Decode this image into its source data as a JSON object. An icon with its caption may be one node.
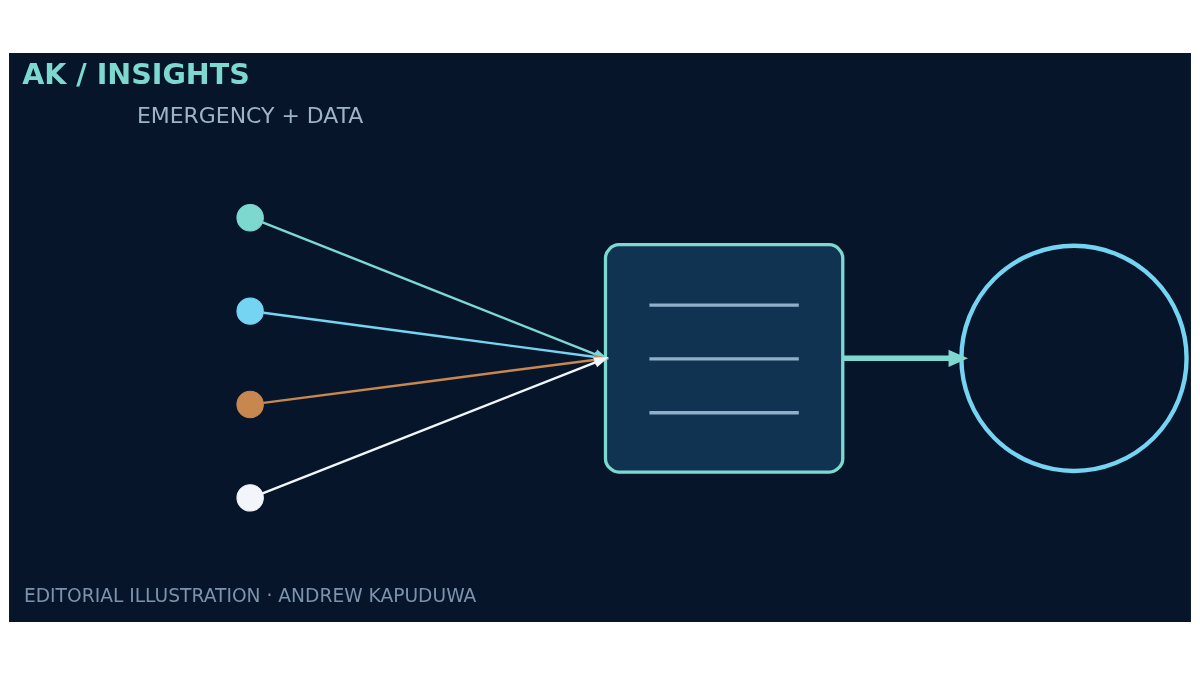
{
  "diagram": {
    "title": "AK / INSIGHTS",
    "caption": "EDITORIAL ILLUSTRATION · ANDREW KAPUDUWA",
    "nodes": [
      {
        "text": [],
        "shape": "circle"
      },
      {
        "text": [],
        "shape": "circle"
      },
      {
        "text": [],
        "shape": "circle"
      },
      {
        "text": [],
        "shape": "circle"
      },
      {
        "text": [],
        "shape": "box"
      },
      {
        "text": [],
        "shape": "circle"
      }
    ],
    "edges": [
      {
        "from": 0,
        "to": 4,
        "arrow": "to",
        "color": "#7dd9cf"
      },
      {
        "from": 1,
        "to": 4,
        "arrow": "to",
        "color": "#74d4f2"
      },
      {
        "from": 2,
        "to": 4,
        "arrow": "to",
        "color": "#c8874f"
      },
      {
        "from": 3,
        "to": 4,
        "arrow": "to",
        "color": "#f2f5fa"
      },
      {
        "from": 4,
        "to": 5,
        "arrow": "to",
        "style": "thick",
        "color": "#7dd9cf"
      }
    ],
    "labels": [
      "EMERGENCY + DATA"
    ]
  }
}
